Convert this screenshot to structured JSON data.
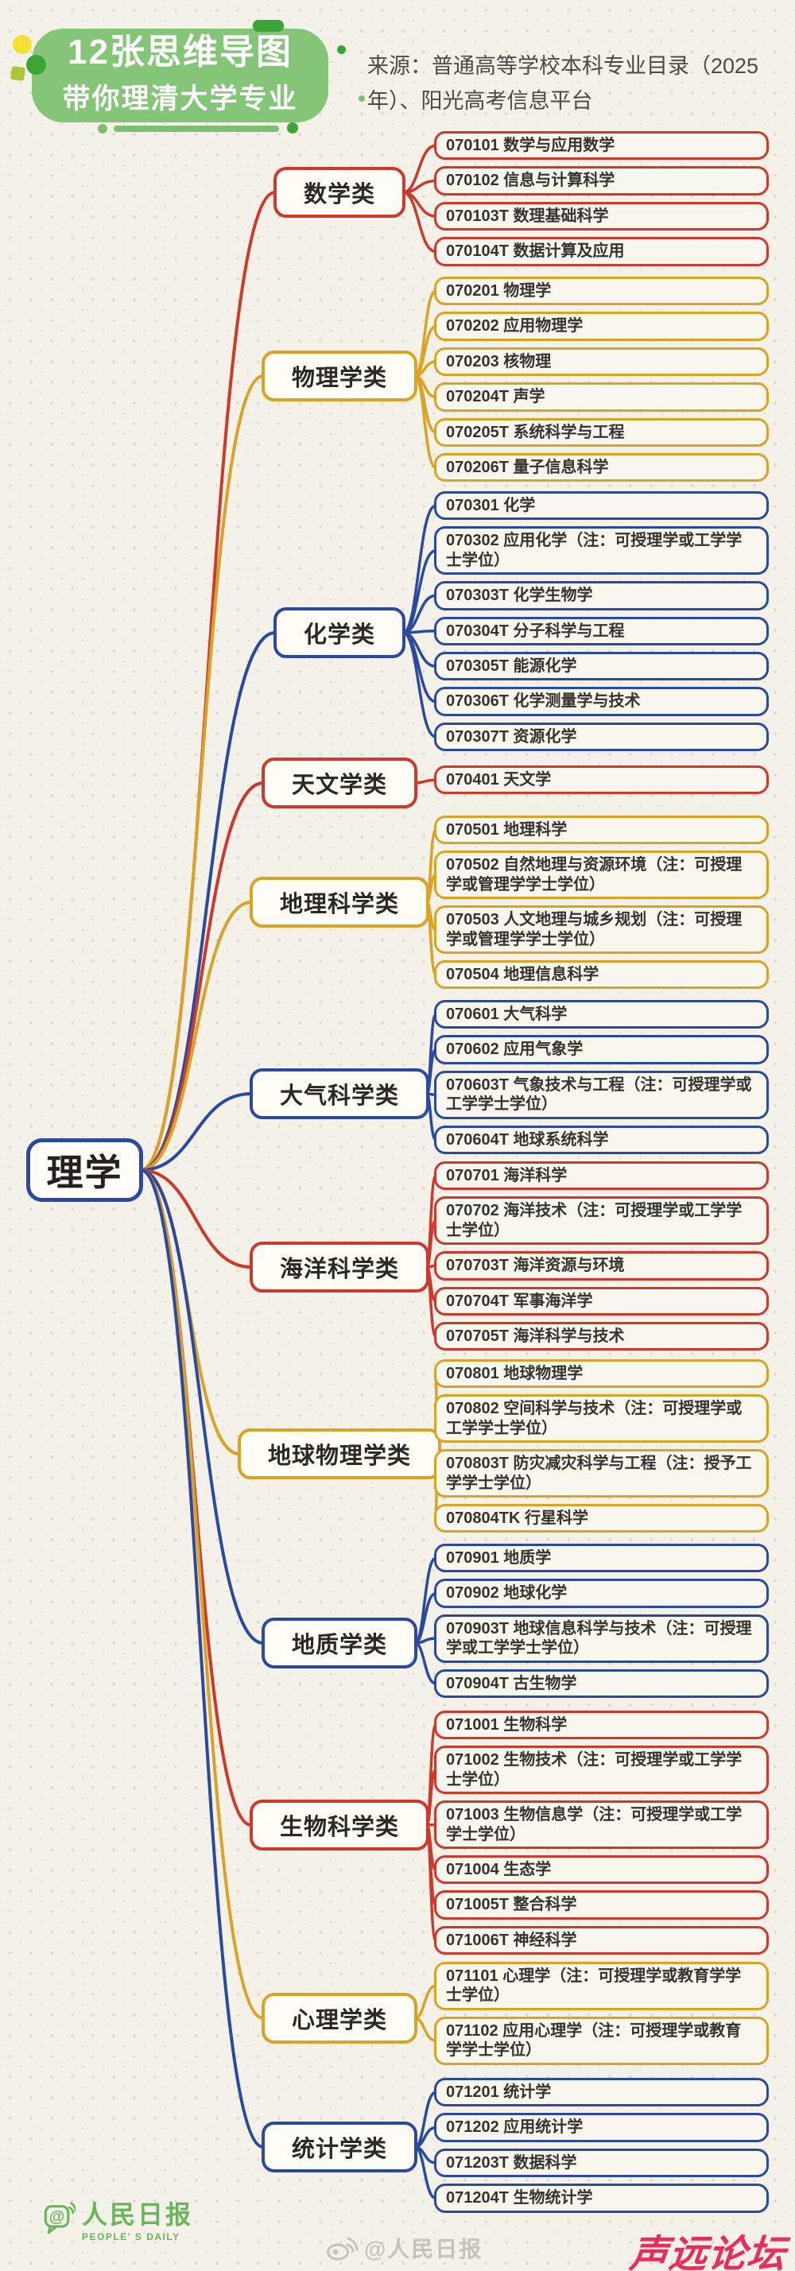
{
  "header": {
    "badge_title_line1": "12张思维导图",
    "badge_title_line2": "带你理清大学专业",
    "source_text": "来源：普通高等学校本科专业目录（2025年）、阳光高考信息平台"
  },
  "root": {
    "label": "理学"
  },
  "colors": {
    "red": "#ce382d",
    "gold": "#d9a326",
    "blue": "#2a4a9f",
    "badge_green": "#84c577",
    "accent_green": "#3ba635",
    "light_green": "#7dbf70",
    "yellow_dot": "#f2e12f",
    "olive": "#a9c63d",
    "logo_green": "#6ab55c",
    "forum_pink": "#e62d5b",
    "item_text": "#35332f",
    "source_text_color": "#4a4944",
    "watermark_gray": "#c7c3b8",
    "background": "#f4f1e8"
  },
  "sections": [
    {
      "label": "数学类",
      "color": "red",
      "items": [
        "070101 数学与应用数学",
        "070102 信息与计算科学",
        "070103T 数理基础科学",
        "070104T 数据计算及应用"
      ]
    },
    {
      "label": "物理学类",
      "color": "gold",
      "items": [
        "070201 物理学",
        "070202 应用物理学",
        "070203 核物理",
        "070204T 声学",
        "070205T 系统科学与工程",
        "070206T 量子信息科学"
      ]
    },
    {
      "label": "化学类",
      "color": "blue",
      "items": [
        "070301 化学",
        "070302 应用化学（注：可授理学或工学学士学位）",
        "070303T 化学生物学",
        "070304T 分子科学与工程",
        "070305T 能源化学",
        "070306T 化学测量学与技术",
        "070307T 资源化学"
      ]
    },
    {
      "label": "天文学类",
      "color": "red",
      "items": [
        "070401 天文学"
      ]
    },
    {
      "label": "地理科学类",
      "color": "gold",
      "items": [
        "070501 地理科学",
        "070502 自然地理与资源环境（注：可授理学或管理学学士学位）",
        "070503 人文地理与城乡规划（注：可授理学或管理学学士学位）",
        "070504 地理信息科学"
      ]
    },
    {
      "label": "大气科学类",
      "color": "blue",
      "items": [
        "070601 大气科学",
        "070602 应用气象学",
        "070603T 气象技术与工程（注：可授理学或工学学士学位）",
        "070604T 地球系统科学"
      ]
    },
    {
      "label": "海洋科学类",
      "color": "red",
      "items": [
        "070701 海洋科学",
        "070702 海洋技术（注：可授理学或工学学士学位）",
        "070703T 海洋资源与环境",
        "070704T 军事海洋学",
        "070705T 海洋科学与技术"
      ]
    },
    {
      "label": "地球物理学类",
      "color": "gold",
      "items": [
        "070801 地球物理学",
        "070802 空间科学与技术（注：可授理学或工学学士学位）",
        "070803T 防灾减灾科学与工程（注：授予工学学士学位）",
        "070804TK 行星科学"
      ]
    },
    {
      "label": "地质学类",
      "color": "blue",
      "items": [
        "070901 地质学",
        "070902 地球化学",
        "070903T 地球信息科学与技术（注：可授理学或工学学士学位）",
        "070904T 古生物学"
      ]
    },
    {
      "label": "生物科学类",
      "color": "red",
      "items": [
        "071001 生物科学",
        "071002 生物技术（注：可授理学或工学学士学位）",
        "071003 生物信息学（注：可授理学或工学学士学位）",
        "071004 生态学",
        "071005T 整合科学",
        "071006T 神经科学"
      ]
    },
    {
      "label": "心理学类",
      "color": "gold",
      "items": [
        "071101 心理学（注：可授理学或教育学学士学位）",
        "071102 应用心理学（注：可授理学或教育学学士学位）"
      ]
    },
    {
      "label": "统计学类",
      "color": "blue",
      "items": [
        "071201 统计学",
        "071202 应用统计学",
        "071203T 数据科学",
        "071204T 生物统计学"
      ]
    }
  ],
  "footer": {
    "watermark": "@人民日报",
    "brand_cn": "人民日报",
    "brand_en": "PEOPLE' S DAILY",
    "forum_logo": "声远论坛"
  }
}
